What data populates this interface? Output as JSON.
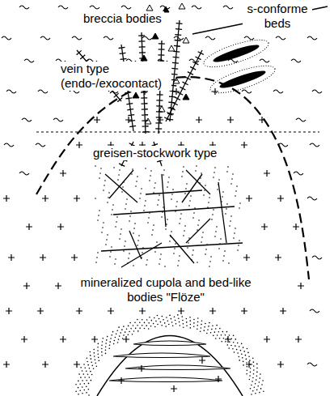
{
  "diagram": {
    "labels": [
      "breccia bodies",
      "s-conforme beds",
      "vein type (endo-/exocontact)",
      "greisen-stockwork type",
      "mineralized cupola and bed-like bodies \"Flöze\""
    ]
  }
}
